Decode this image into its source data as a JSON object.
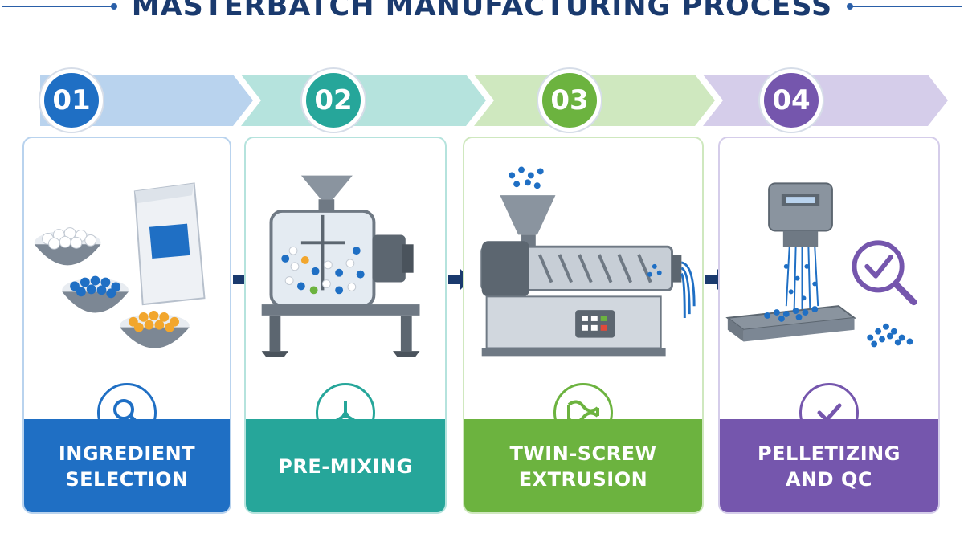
{
  "title": "MASTERBATCH MANUFACTURING PROCESS",
  "steps": [
    {
      "number": "01",
      "line1": "INGREDIENT",
      "line2": "SELECTION",
      "icon": "magnifier-icon",
      "color": "#1f6fc4",
      "light": "#b9d3ee"
    },
    {
      "number": "02",
      "line1": "PRE-MIXING",
      "line2": "",
      "icon": "mixer-blade-icon",
      "color": "#26a69a",
      "light": "#b5e3dd"
    },
    {
      "number": "03",
      "line1": "TWIN-SCREW",
      "line2": "EXTRUSION",
      "icon": "twin-screw-icon",
      "color": "#6cb33f",
      "light": "#cfe8bf"
    },
    {
      "number": "04",
      "line1": "PELLETIZING",
      "line2": "AND QC",
      "icon": "checkmark-icon",
      "color": "#7556ad",
      "light": "#d5cdea"
    }
  ]
}
